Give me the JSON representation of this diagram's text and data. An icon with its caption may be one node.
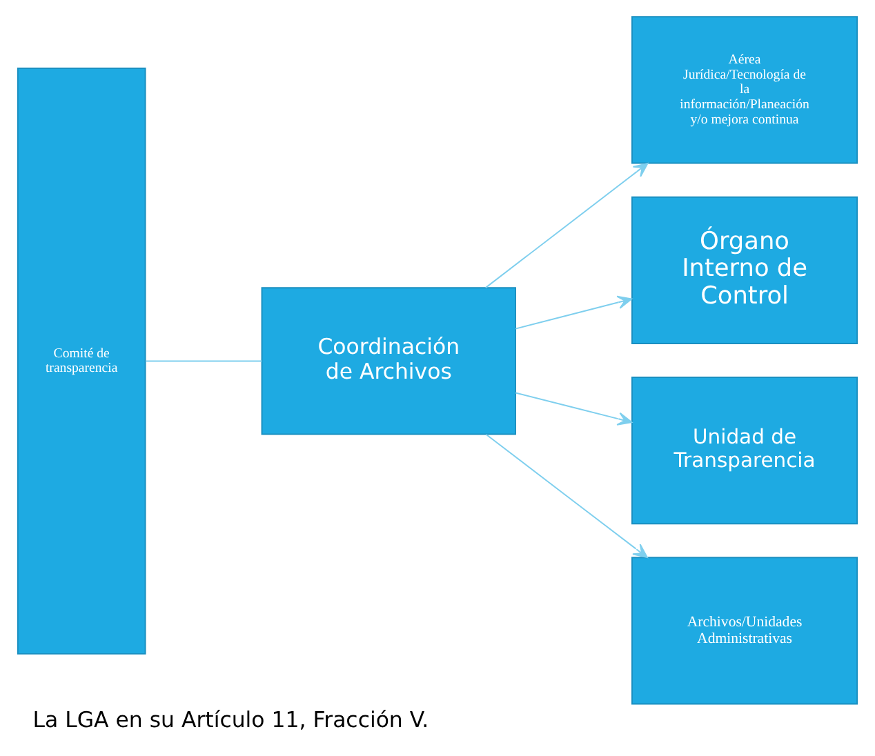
{
  "diagram": {
    "caption": "La LGA en su Artículo 11, Fracción V.",
    "nodes": [
      {
        "text": [
          "Comité de transparencia"
        ]
      },
      {
        "text": [
          "Coordinación de Archivos"
        ]
      },
      {
        "text": [
          "Aérea Jurídica/Tecnología de la información/Planeación y/o mejora continua"
        ]
      },
      {
        "text": [
          "Órgano Interno de Control"
        ]
      },
      {
        "text": [
          "Unidad de Transparencia"
        ]
      },
      {
        "text": [
          "Archivos/Unidades Administrativas"
        ]
      }
    ],
    "edges": [
      {
        "from": 0,
        "to": 1,
        "arrow": "none"
      },
      {
        "from": 1,
        "to": 2,
        "arrow": "to"
      },
      {
        "from": 1,
        "to": 3,
        "arrow": "to"
      },
      {
        "from": 1,
        "to": 4,
        "arrow": "to"
      },
      {
        "from": 1,
        "to": 5,
        "arrow": "to"
      }
    ]
  }
}
